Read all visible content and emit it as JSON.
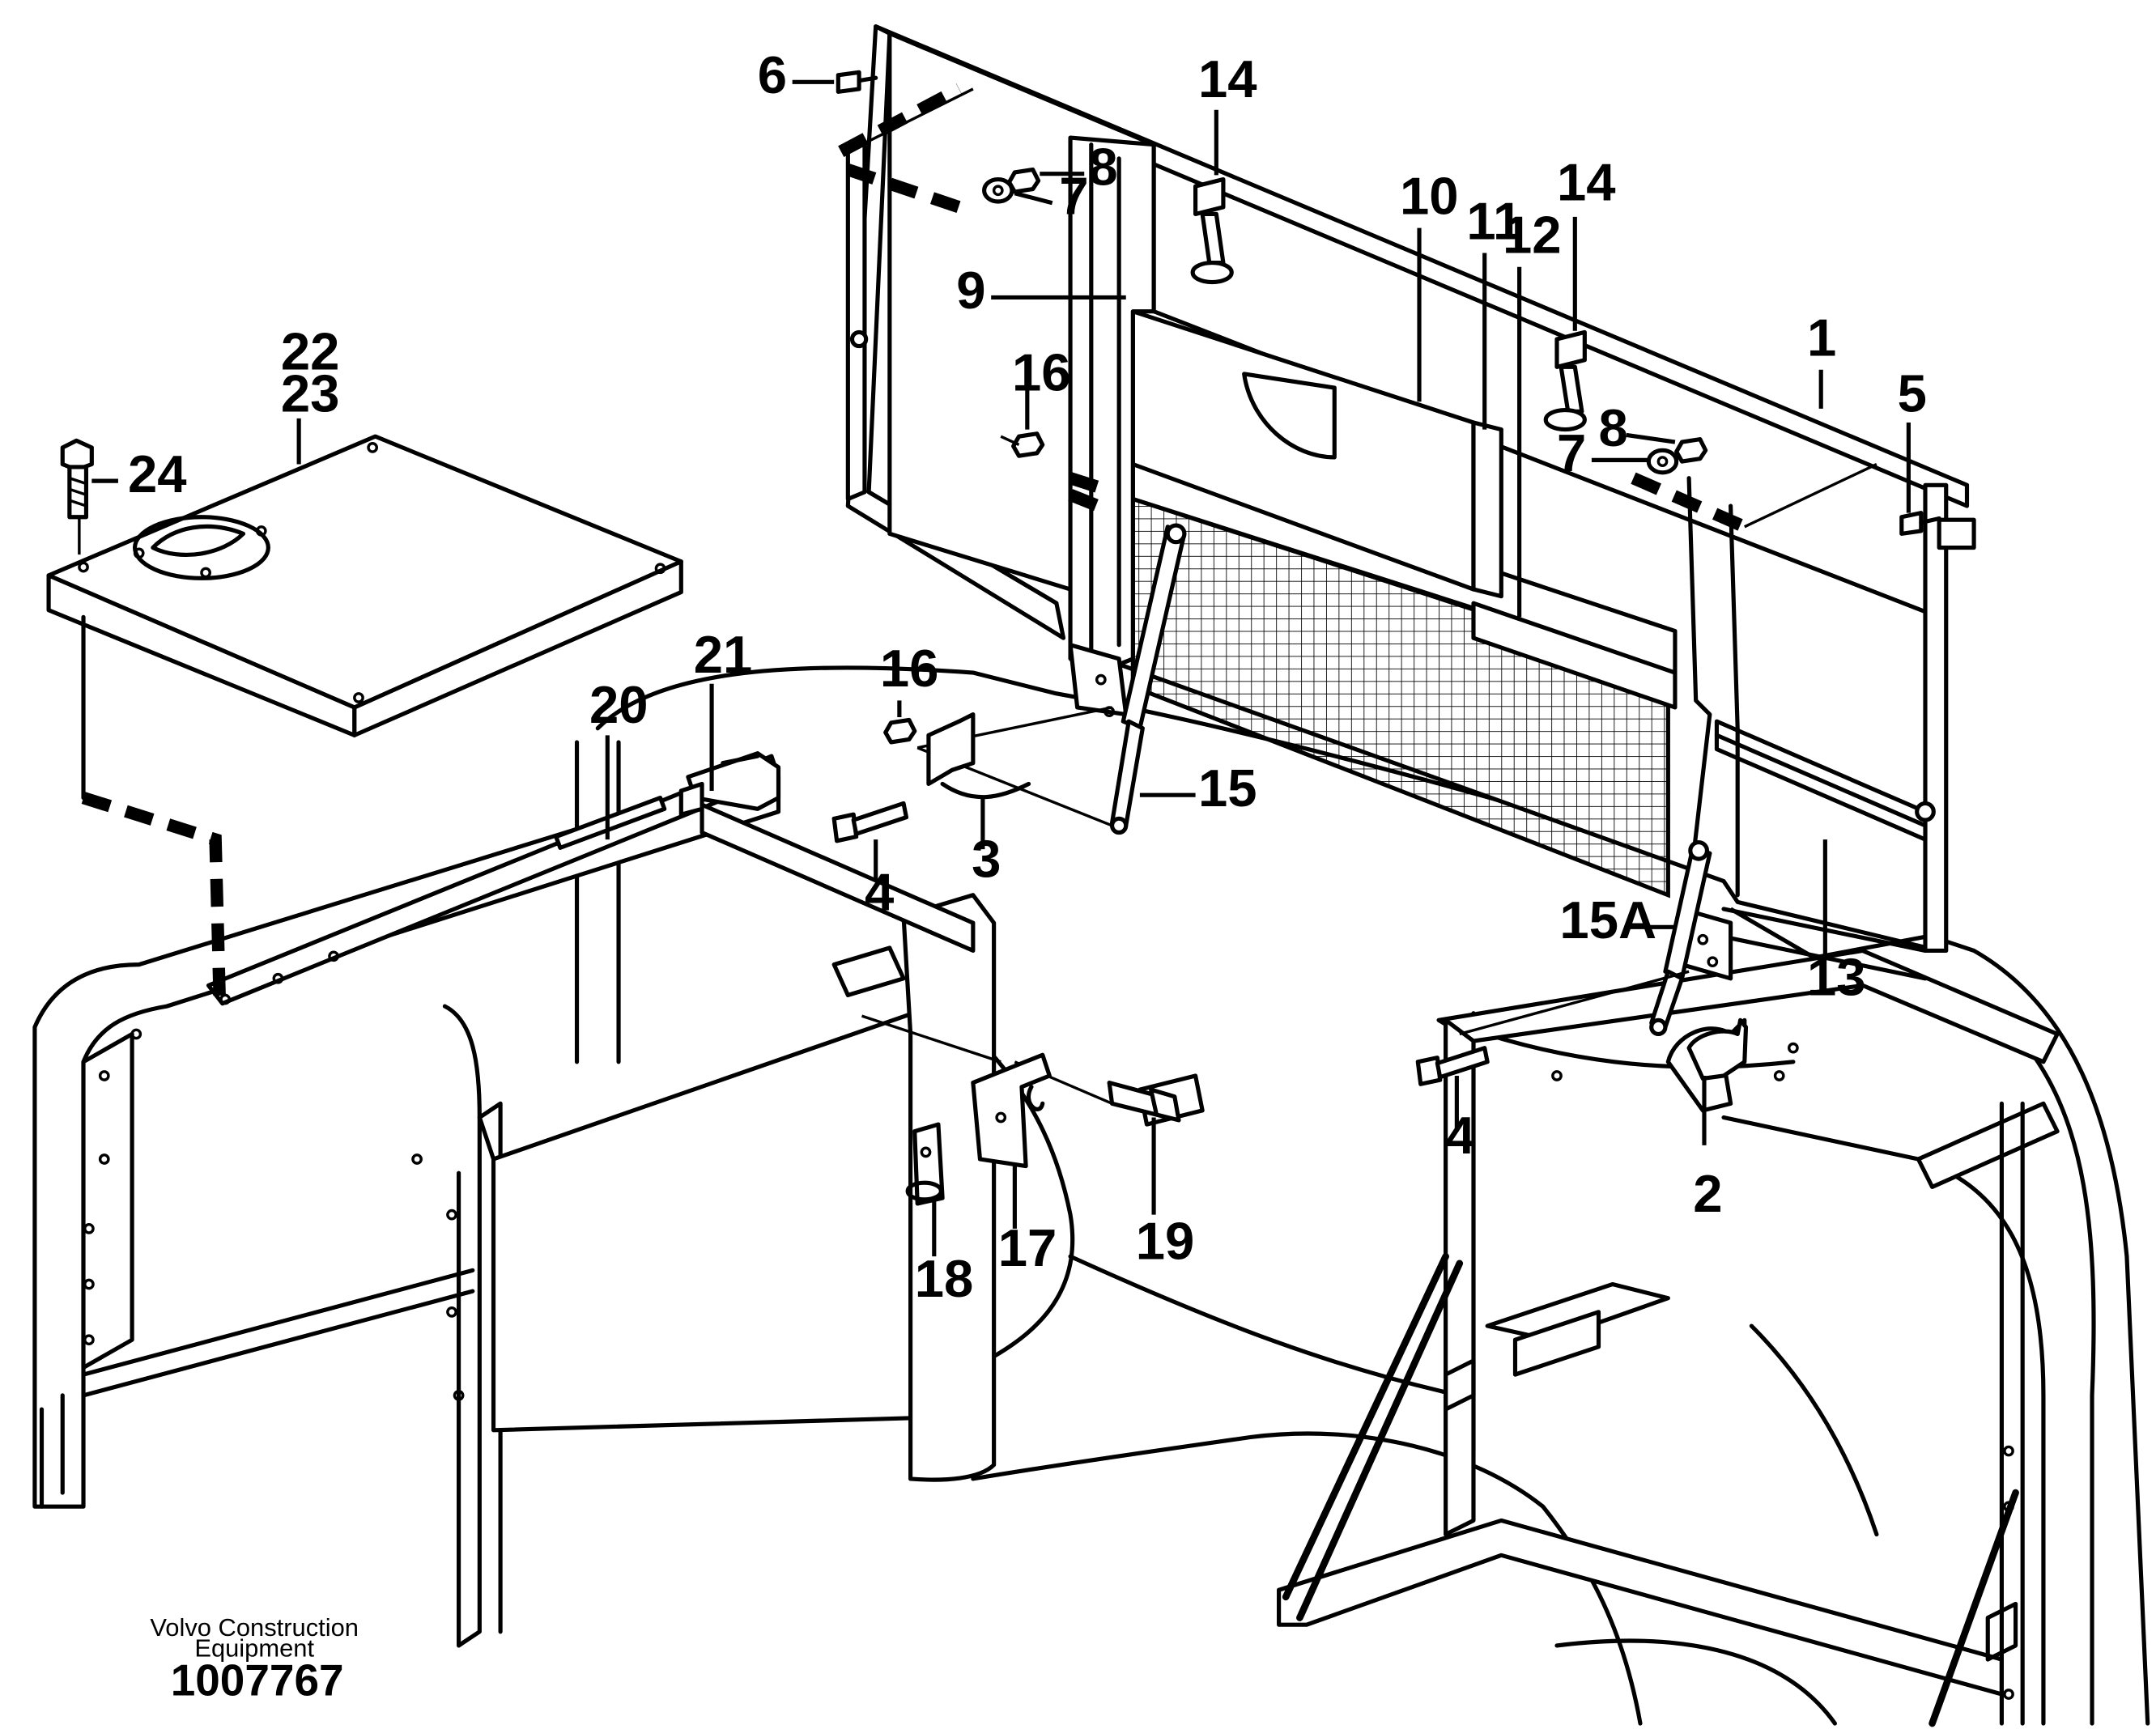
{
  "callouts": [
    {
      "id": "1",
      "label": "1"
    },
    {
      "id": "2",
      "label": "2"
    },
    {
      "id": "3",
      "label": "3"
    },
    {
      "id": "4a",
      "label": "4"
    },
    {
      "id": "4b",
      "label": "4"
    },
    {
      "id": "5",
      "label": "5"
    },
    {
      "id": "6",
      "label": "6"
    },
    {
      "id": "7a",
      "label": "7"
    },
    {
      "id": "7b",
      "label": "7"
    },
    {
      "id": "8a",
      "label": "8"
    },
    {
      "id": "8b",
      "label": "8"
    },
    {
      "id": "9",
      "label": "9"
    },
    {
      "id": "10",
      "label": "10"
    },
    {
      "id": "11",
      "label": "11"
    },
    {
      "id": "12",
      "label": "12"
    },
    {
      "id": "13",
      "label": "13"
    },
    {
      "id": "14a",
      "label": "14"
    },
    {
      "id": "14b",
      "label": "14"
    },
    {
      "id": "15",
      "label": "15"
    },
    {
      "id": "15A",
      "label": "15A"
    },
    {
      "id": "16a",
      "label": "16"
    },
    {
      "id": "16b",
      "label": "16"
    },
    {
      "id": "17",
      "label": "17"
    },
    {
      "id": "18",
      "label": "18"
    },
    {
      "id": "19",
      "label": "19"
    },
    {
      "id": "20",
      "label": "20"
    },
    {
      "id": "21",
      "label": "21"
    },
    {
      "id": "22",
      "label": "22"
    },
    {
      "id": "23",
      "label": "23"
    },
    {
      "id": "24",
      "label": "24"
    }
  ],
  "credit": {
    "line1": "Volvo Construction",
    "line2": "Equipment"
  },
  "drawing_number": "1007767"
}
